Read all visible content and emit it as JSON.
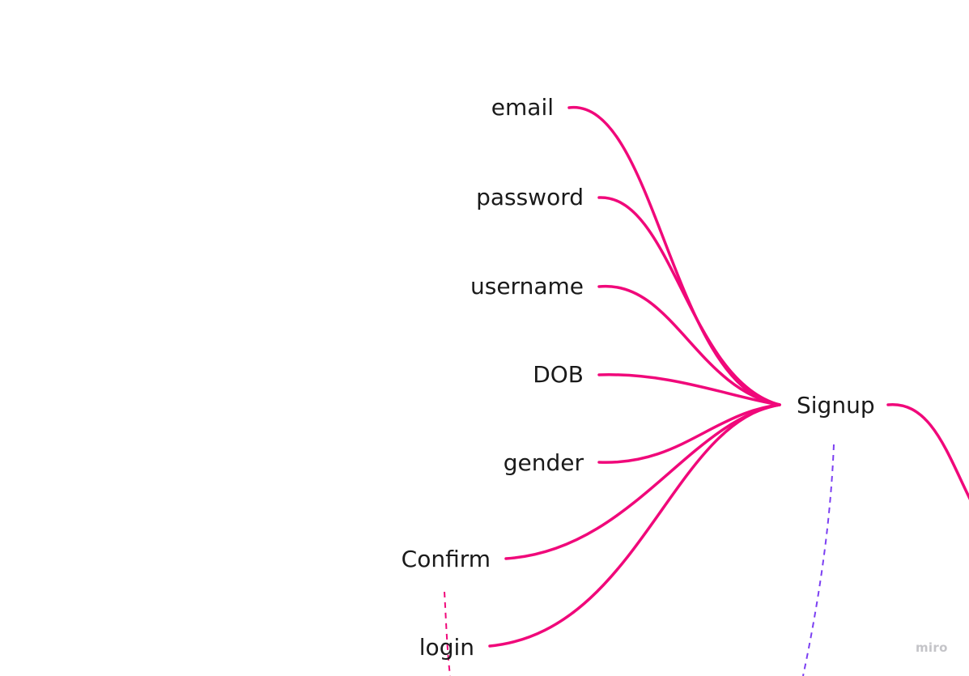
{
  "mindmap": {
    "root": "Signup",
    "children": [
      "email",
      "password",
      "username",
      "DOB",
      "gender",
      "Confirm",
      "login"
    ]
  },
  "watermark": "miro",
  "colors": {
    "branch": "#f0087a",
    "dashed_pink": "#f0087a",
    "dashed_purple": "#7b3ff2",
    "text": "#1a1a1a",
    "watermark": "#c4c4c8"
  }
}
